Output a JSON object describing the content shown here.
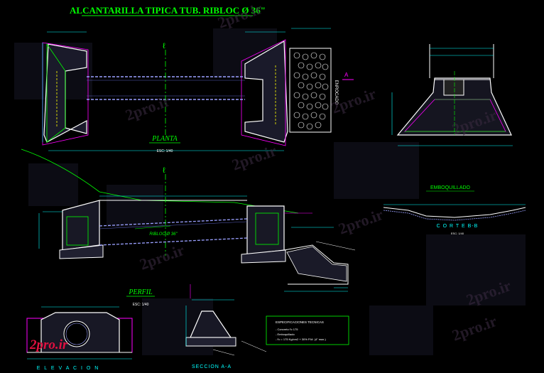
{
  "title": "ALCANTARILLA TIPICA TUB. RIBLOC Ø 36\"",
  "views": {
    "planta": {
      "name": "PLANTA",
      "scale": "ESC: 1/40"
    },
    "perfil": {
      "name": "PERFIL",
      "scale": "ESC: 1/40"
    },
    "corte_bb": {
      "name": "C O R T E   B-B",
      "scale": "ESC: 1/40"
    },
    "emboquillado": {
      "name": "EMBOQUILLADO"
    },
    "elevacion": {
      "name": "E L E V A C I O N"
    },
    "seccion_aa": {
      "name": "SECCION  A-A"
    }
  },
  "annotations": {
    "center_mark": "ℓ",
    "tube_label": "RIBLOC Ø 36\"",
    "enrocado": "ENROCADO",
    "cut_letter": "A"
  },
  "specs": {
    "heading": "ESPECIFICACIONES TECNICAS",
    "lines": [
      "- Concreto f'c 175",
      "- Emboquillado",
      "- f'c = 175 Kg/cm2 + 30% P.M. (4\" max.)"
    ]
  },
  "watermark": "2pro.ir",
  "colors": {
    "background": "#000000",
    "title": "#00ff00",
    "structure": "#ffffff",
    "dims": "#00ffff",
    "green_lines": "#00ff00",
    "magenta": "#ff00ff",
    "yellow": "#ffff00",
    "pipe": "#9aa0ff",
    "red": "#ff3030"
  }
}
